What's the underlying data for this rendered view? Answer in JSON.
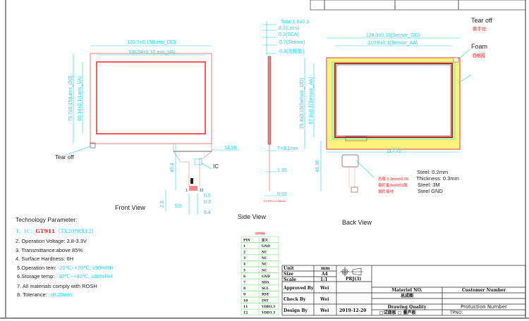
{
  "title_strip": {
    "cells": [
      "",
      "",
      "",
      ""
    ]
  },
  "front_view": {
    "label": "Front View",
    "lens_od_width": "120.5±0.15(Lens_OD)",
    "lens_va_width": "108.34±0.1(Lens_VA)",
    "lens_od_height": "75.7±0.15(Lens_OD)",
    "lens_va_height": "65.34±0.1(Lens_VA)",
    "tear_off": "Tear off",
    "ic": "IC",
    "dim_14_59": "14.59",
    "dim_46_4": "46.4",
    "dim_2_8": "2.8",
    "dim_5_5": "5.5",
    "dim_0_5": "0.5",
    "dim_0_3": "0.3",
    "dim_6_4": "6.4",
    "pin_first": "1",
    "pin_last": "12"
  },
  "side_view": {
    "label": "Side View",
    "total": "Total:1.9±0.1",
    "lens": "0.7(Lens)",
    "sca": "0.2(SCA)",
    "sensor": "0.7(Sensor)",
    "foam": "0.3(泡棉胶)",
    "t": "T<0.1mm",
    "dim_1_35": "1.35",
    "dim_0_32": "0.32",
    "pi_fpc": "PI+FPC=0.33mm"
  },
  "back_view": {
    "label": "Back View",
    "sensor_od_width": "128.3±0.15(Sensor_OD)",
    "sensor_aa_width": "110.8±0.1(Sensor_AA)",
    "sensor_od_height": "75.4±0.15(Sensor_OD)",
    "sensor_aa_height": "67.8±0.1(Sensor_AA)",
    "dim_117_72": "117.72",
    "dim_48_36": "48.36",
    "tear_off": "Tear off",
    "tear_off_cn": "撕手位",
    "foam": "Foam",
    "foam_cn": "泡棉胶",
    "notes_cn": [
      "总厚:0.3mm±0.05",
      "钢片备3m6853胶",
      "钢片接地"
    ],
    "notes_en": [
      "Steel: 0.2mm",
      "Thickness: 0.3mm",
      "Steel: 3M",
      "Steel GND"
    ]
  },
  "tech": {
    "heading": "Technology Parameter:",
    "ic_prefix": "1、IC：",
    "ic_name": "GT911",
    "ic_suffix": "（TX20*RX12）",
    "items": [
      "2. Operation Voltage: 2.8-3.3V",
      "3. Transmittance:above 85%",
      "4. Surface Hardness: 6H"
    ],
    "op_label": "5.Operation tem:",
    "op_value": "-20℃~+70℃, ≤90%RH",
    "st_label": "6.Storage temp:",
    "st_value": "-30℃~+80℃, ≤90%RH",
    "rosh": "7. All materials comply with ROSH",
    "tol_label": "8. Tolerance:",
    "tol_value": "±0.20mm."
  },
  "pin_table": {
    "title": "GT911",
    "headers": [
      "PIN",
      "定义"
    ],
    "rows": [
      [
        "1",
        "GND"
      ],
      [
        "2",
        "NC"
      ],
      [
        "3",
        "NC"
      ],
      [
        "4",
        "NC"
      ],
      [
        "5",
        "NC"
      ],
      [
        "6",
        "GND"
      ],
      [
        "7",
        "SDA"
      ],
      [
        "8",
        "SCL"
      ],
      [
        "9",
        "RST"
      ],
      [
        "10",
        "INT"
      ],
      [
        "11",
        "VDD3.3"
      ],
      [
        "12",
        "VDD3.3"
      ]
    ]
  },
  "title_block": {
    "unit_label": "Unit",
    "unit": "mm",
    "size_label": "Size",
    "size": "A4",
    "scale_label": "Scale",
    "scale": "1:1",
    "projection": "PRJ(3)",
    "approved_label": "Approved By",
    "approved": "Wei",
    "check_label": "Check By",
    "check": "Wei",
    "design_label": "Design By",
    "design": "Wei",
    "date": "2019-12-20",
    "material_label": "Materiel NO.",
    "material_value": "总成图",
    "quality_label": "Drawing Quality",
    "quality_options": "□试做板 □ 量产板",
    "customer_label": "Customer Number",
    "production_label": "Protuction Number",
    "tpno": "TPNO:"
  }
}
